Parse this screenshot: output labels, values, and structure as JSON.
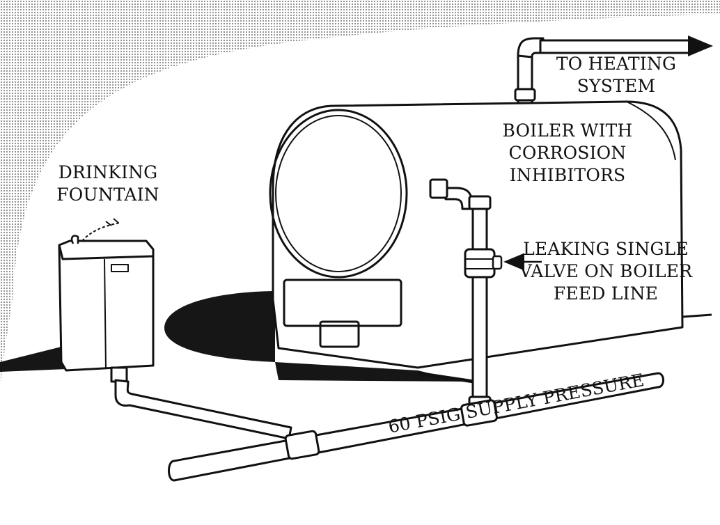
{
  "labels": {
    "heating": [
      "TO HEATING",
      "SYSTEM"
    ],
    "boiler": [
      "BOILER WITH",
      "CORROSION",
      "INHIBITORS"
    ],
    "fountain": [
      "DRINKING",
      "FOUNTAIN"
    ],
    "valve": [
      "LEAKING SINGLE",
      "VALVE ON BOILER",
      "FEED LINE"
    ],
    "supply": "60 PSIG SUPPLY PRESSURE"
  },
  "colors": {
    "ink": "#111111",
    "paper": "#ffffff",
    "halftone": "#8a8a8a",
    "shadow": "#161616"
  }
}
